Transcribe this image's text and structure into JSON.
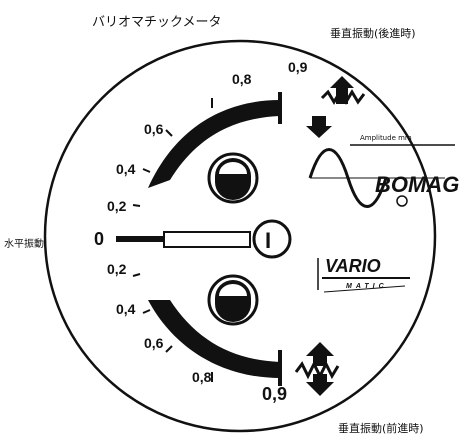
{
  "labels": {
    "title": "バリオマチックメータ",
    "top_right": "垂直振動(後進時)",
    "left": "水平振動",
    "bottom_right": "垂直振動(前進時)",
    "amplitude": "Amplitude mm"
  },
  "scale_upper": [
    "0,2",
    "0,4",
    "0,6",
    "0,8",
    "0,9"
  ],
  "scale_lower": [
    "0,2",
    "0,4",
    "0,6",
    "0,8",
    "0,9"
  ],
  "zero_label": "0",
  "hub_symbol": "I",
  "brand_bomag": "BOMAG",
  "brand_vario": "VARIO",
  "brand_vario_sub": "MATIC"
}
